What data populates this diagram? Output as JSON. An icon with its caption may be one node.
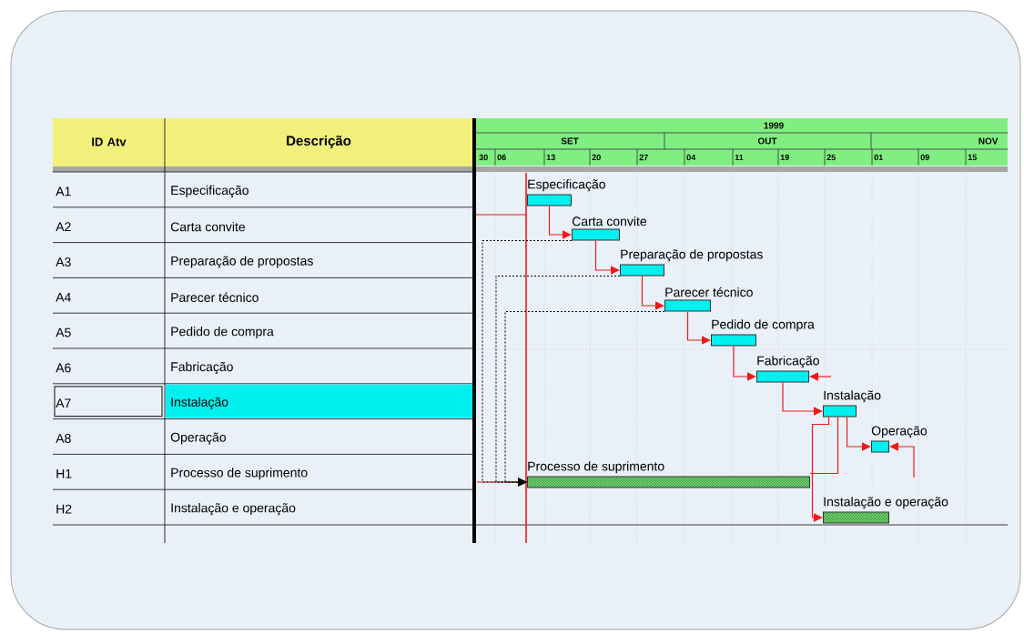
{
  "diagram": {
    "nodes": [
      {
        "text": [
          "Especificação"
        ]
      },
      {
        "text": [
          "Carta convite"
        ]
      },
      {
        "text": [
          "Preparação de propostas"
        ]
      },
      {
        "text": [
          "Parecer técnico"
        ]
      },
      {
        "text": [
          "Pedido de compra"
        ]
      },
      {
        "text": [
          "Fabricação"
        ]
      },
      {
        "text": [
          "Instalação"
        ]
      },
      {
        "text": [
          "Operação"
        ]
      },
      {
        "text": [
          "Processo de suprimento"
        ]
      },
      {
        "text": [
          "Instalação e operação"
        ]
      }
    ],
    "edges": [
      {
        "from": 0,
        "to": 1,
        "arrow": "to"
      },
      {
        "from": 1,
        "to": 2,
        "arrow": "to"
      },
      {
        "from": 2,
        "to": 3,
        "arrow": "to"
      },
      {
        "from": 3,
        "to": 4,
        "arrow": "to"
      },
      {
        "from": 4,
        "to": 5,
        "arrow": "to"
      },
      {
        "from": null,
        "to": 5,
        "arrow": "to"
      },
      {
        "from": 5,
        "to": 6,
        "arrow": "to"
      },
      {
        "from": 6,
        "to": 7,
        "arrow": "to"
      },
      {
        "from": 6,
        "to": 9,
        "arrow": "to"
      },
      {
        "from": 8,
        "to": 6,
        "arrow": "none"
      },
      {
        "from": null,
        "to": 7,
        "arrow": "to"
      },
      {
        "from": null,
        "to": 8,
        "arrow": "to"
      },
      {
        "from": 1,
        "to": 8,
        "arrow": "to",
        "style": "dashed",
        "color": "#000000"
      },
      {
        "from": 2,
        "to": 8,
        "arrow": "to",
        "style": "dashed",
        "color": "#000000"
      },
      {
        "from": 3,
        "to": 8,
        "arrow": "to",
        "style": "dashed",
        "color": "#000000"
      }
    ],
    "labels": [
      "ID Atv",
      "Descrição",
      "1999",
      "SET",
      "OUT",
      "NOV",
      "30",
      "06",
      "13",
      "20",
      "27",
      "04",
      "11",
      "19",
      "25",
      "01",
      "09",
      "15",
      "A1",
      "Especificação",
      "A2",
      "Carta convite",
      "A3",
      "Preparação de propostas",
      "A4",
      "Parecer técnico",
      "A5",
      "Pedido de compra",
      "A6",
      "Fabricação",
      "A7",
      "Instalação",
      "A8",
      "Operação",
      "H1",
      "Processo de suprimento",
      "H2",
      "Instalação e operação"
    ]
  }
}
